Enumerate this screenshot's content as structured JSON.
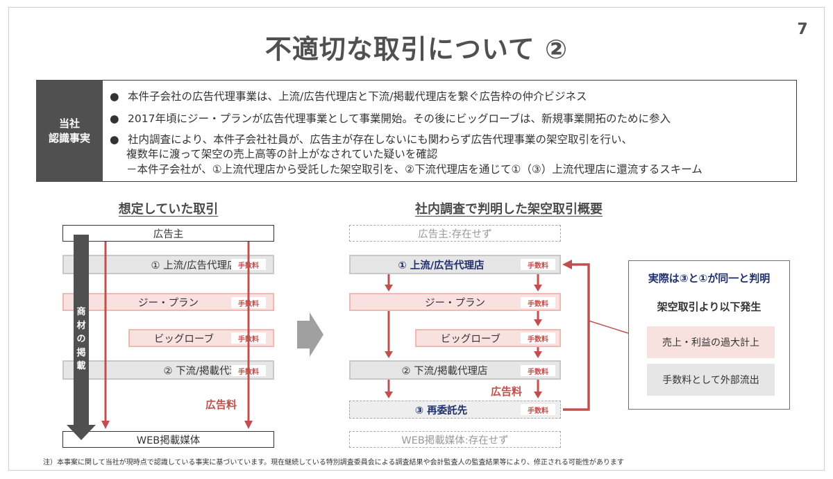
{
  "page_number": "7",
  "title": "不適切な取引について ②",
  "info": {
    "label_line1": "当社",
    "label_line2": "認識事実",
    "bullets": [
      "本件子会社の広告代理事業は、上流/広告代理店と下流/掲載代理店を繋ぐ広告枠の仲介ビジネス",
      "2017年頃にジー・プランが広告代理事業として事業開始。その後にビッグローブは、新規事業開拓のために参入",
      "社内調査により、本件子会社社員が、広告主が存在しないにも関わらず広告代理事業の架空取引を行い、"
    ],
    "bullet3_line2": "複数年に渡って架空の売上高等の計上がなされていた疑いを確認",
    "bullet3_line3": "－本件子会社が、①上流代理店から受託した架空取引を、②下流代理店を通じて①（③）上流代理店に還流するスキーム",
    "bullet_symbol": "●"
  },
  "left_diagram": {
    "title": "想定していた取引",
    "advertiser": "広告主",
    "upstream": "① 上流/広告代理店",
    "gplan": "ジー・プラン",
    "biglobe": "ビッグローブ",
    "downstream": "② 下流/掲載代理店",
    "media": "WEB掲載媒体",
    "fee": "手数料",
    "ad_fee": "広告料",
    "vertical_label": [
      "商",
      "材",
      "の",
      "掲",
      "載"
    ]
  },
  "right_diagram": {
    "title": "社内調査で判明した架空取引概要",
    "advertiser": "広告主:存在せず",
    "upstream": "① 上流/広告代理店",
    "gplan": "ジー・プラン",
    "biglobe": "ビッグローブ",
    "downstream": "② 下流/掲載代理店",
    "reentrust": "③ 再委託先",
    "media": "WEB掲載媒体:存在せず",
    "fee": "手数料",
    "ad_fee": "広告料"
  },
  "result": {
    "heading": "実際は③と①が同一と判明",
    "subheading": "架空取引より以下発生",
    "item1": "売上・利益の過大計上",
    "item2": "手数料として外部流出"
  },
  "footnote": "注）本事案に関して当社が現時点で認識している事実に基づいています。現在継続している特別調査委員会による調査結果や会計監査人の監査結果等により、修正される可能性があります",
  "colors": {
    "accent_red": "#c0504d",
    "navy": "#1f2f6b",
    "dark_gray": "#505050",
    "light_pink": "#f8e1de"
  }
}
